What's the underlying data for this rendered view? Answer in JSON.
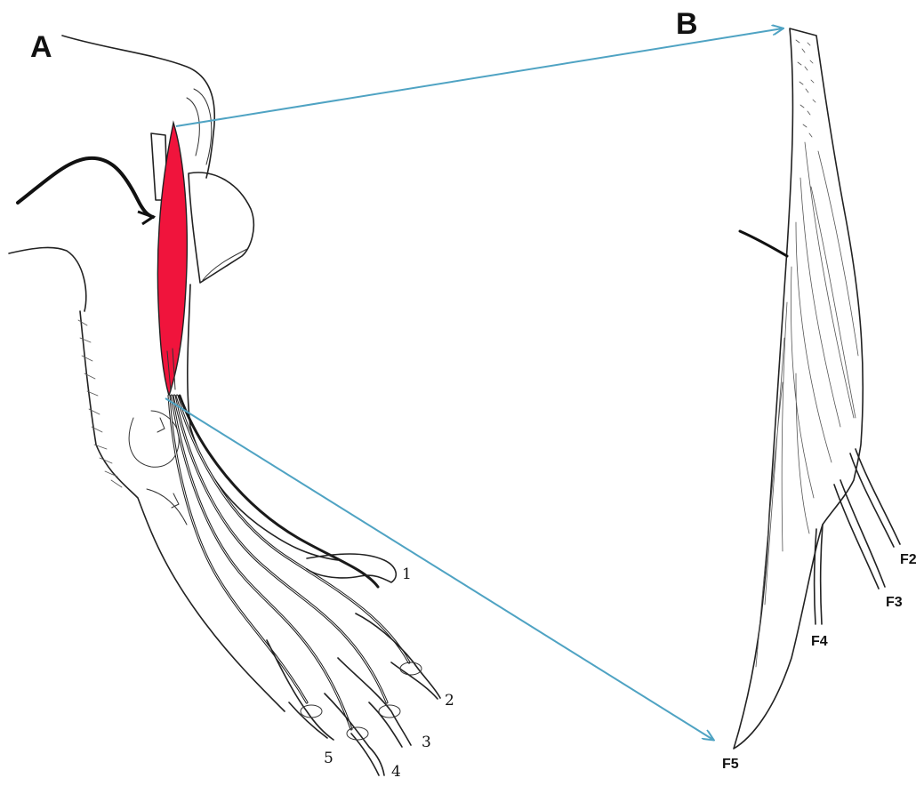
{
  "panels": {
    "a_label": "A",
    "b_label": "B"
  },
  "digits": [
    "1",
    "2",
    "3",
    "4",
    "5"
  ],
  "tendons": [
    "F2",
    "F3",
    "F4",
    "F5"
  ],
  "colors": {
    "muscle_highlight": "#f0143c",
    "arrow": "#4fa3c3",
    "line": "#222222"
  }
}
